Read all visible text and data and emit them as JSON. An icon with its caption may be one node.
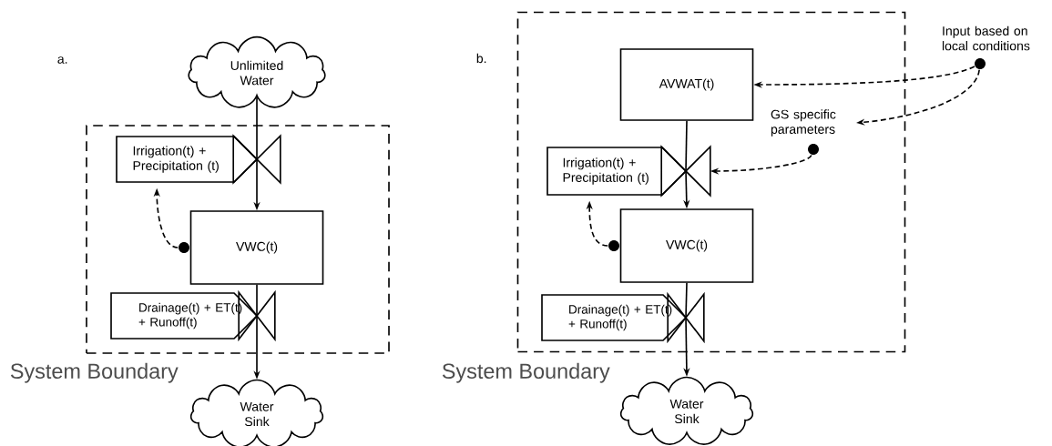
{
  "diagram": {
    "nodes": [
      {
        "text": [
          "System Boundary"
        ]
      },
      {
        "text": [
          "Unlimited Water"
        ]
      },
      {
        "text": [
          "Irrigation(t) + Precipitation (t)"
        ],
        "in": 0
      },
      {
        "text": [],
        "shape": "valve",
        "in": 0
      },
      {
        "text": [
          "VWC(t)"
        ],
        "in": 0
      },
      {
        "text": [
          "Drainage(t) + ET(t) + Runoff(t)"
        ],
        "in": 0
      },
      {
        "text": [],
        "shape": "valve",
        "in": 0
      },
      {
        "text": [
          "Water Sink"
        ]
      },
      {
        "text": [
          "System Boundary"
        ]
      },
      {
        "text": [
          "AVWAT(t)"
        ],
        "in": 8
      },
      {
        "text": [
          "GS specific parameters"
        ],
        "in": 8
      },
      {
        "text": [
          "Irrigation(t) + Precipitation (t)"
        ],
        "in": 8
      },
      {
        "text": [],
        "shape": "valve",
        "in": 8
      },
      {
        "text": [
          "VWC(t)"
        ],
        "in": 8
      },
      {
        "text": [
          "Drainage(t) + ET(t) + Runoff(t)"
        ],
        "in": 8
      },
      {
        "text": [],
        "shape": "valve",
        "in": 8
      },
      {
        "text": [
          "Water Sink"
        ]
      },
      {
        "text": [
          "Input based on local conditions"
        ]
      },
      {
        "text": [],
        "shape": "circle",
        "in": 0
      },
      {
        "text": [],
        "shape": "circle",
        "in": 8
      },
      {
        "text": [],
        "shape": "circle",
        "in": 8
      },
      {
        "text": [],
        "shape": "circle"
      }
    ],
    "edges": [
      {
        "from": 1,
        "to": 3,
        "arrow": "none"
      },
      {
        "from": 3,
        "to": 4,
        "arrow": "to"
      },
      {
        "from": 18,
        "to": 2,
        "arrow": "to",
        "style": "dashed"
      },
      {
        "from": 4,
        "to": 6,
        "arrow": "none"
      },
      {
        "from": 6,
        "to": 7,
        "arrow": "to"
      },
      {
        "from": 9,
        "to": 12,
        "arrow": "none"
      },
      {
        "from": 12,
        "to": 13,
        "arrow": "to"
      },
      {
        "from": 19,
        "to": 11,
        "arrow": "to",
        "style": "dashed"
      },
      {
        "from": 13,
        "to": 15,
        "arrow": "none"
      },
      {
        "from": 15,
        "to": 16,
        "arrow": "to"
      },
      {
        "from": 21,
        "to": 9,
        "arrow": "to",
        "style": "dashed"
      },
      {
        "from": 21,
        "to": 10,
        "arrow": "to",
        "style": "dashed"
      },
      {
        "from": 20,
        "to": 12,
        "arrow": "to",
        "style": "dashed"
      }
    ],
    "labels": [
      "a.",
      "b."
    ]
  }
}
